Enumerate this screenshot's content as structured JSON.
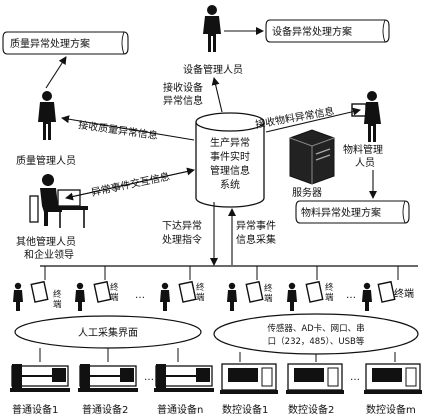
{
  "center": {
    "line1": "生产异常",
    "line2": "事件实时",
    "line3": "管理信息",
    "line4": "系统"
  },
  "plans": {
    "quality": "质量异常处理方案",
    "equipment": "设备异常处理方案",
    "material": "物料异常处理方案"
  },
  "roles": {
    "equipment_manager": "设备管理人员",
    "quality_manager": "质量管理人员",
    "material_line1": "物料管理",
    "material_line2": "人员",
    "other_line1": "其他管理人员",
    "other_line2": "和企业领导",
    "server": "服务器"
  },
  "flows": {
    "recv_equip_line1": "接收设备",
    "recv_equip_line2": "异常信息",
    "recv_quality": "接收质量异常信息",
    "recv_material": "接收物料异常信息",
    "exchange": "异常事件交互信息",
    "dispatch_line1": "下达异常",
    "dispatch_line2": "处理指令",
    "collect_line1": "异常事件",
    "collect_line2": "信息采集"
  },
  "terminal_label": "终端",
  "terminal_label_char1": "终",
  "terminal_label_char2": "端",
  "ellipsis": "…",
  "interfaces": {
    "manual": "人工采集界面",
    "auto_line1": "传感器、AD卡、网口、串",
    "auto_line2": "口（232，485）、USB等"
  },
  "devices": [
    "普通设备1",
    "普通设备2",
    "普通设备n",
    "数控设备1",
    "数控设备2",
    "数控设备m"
  ]
}
